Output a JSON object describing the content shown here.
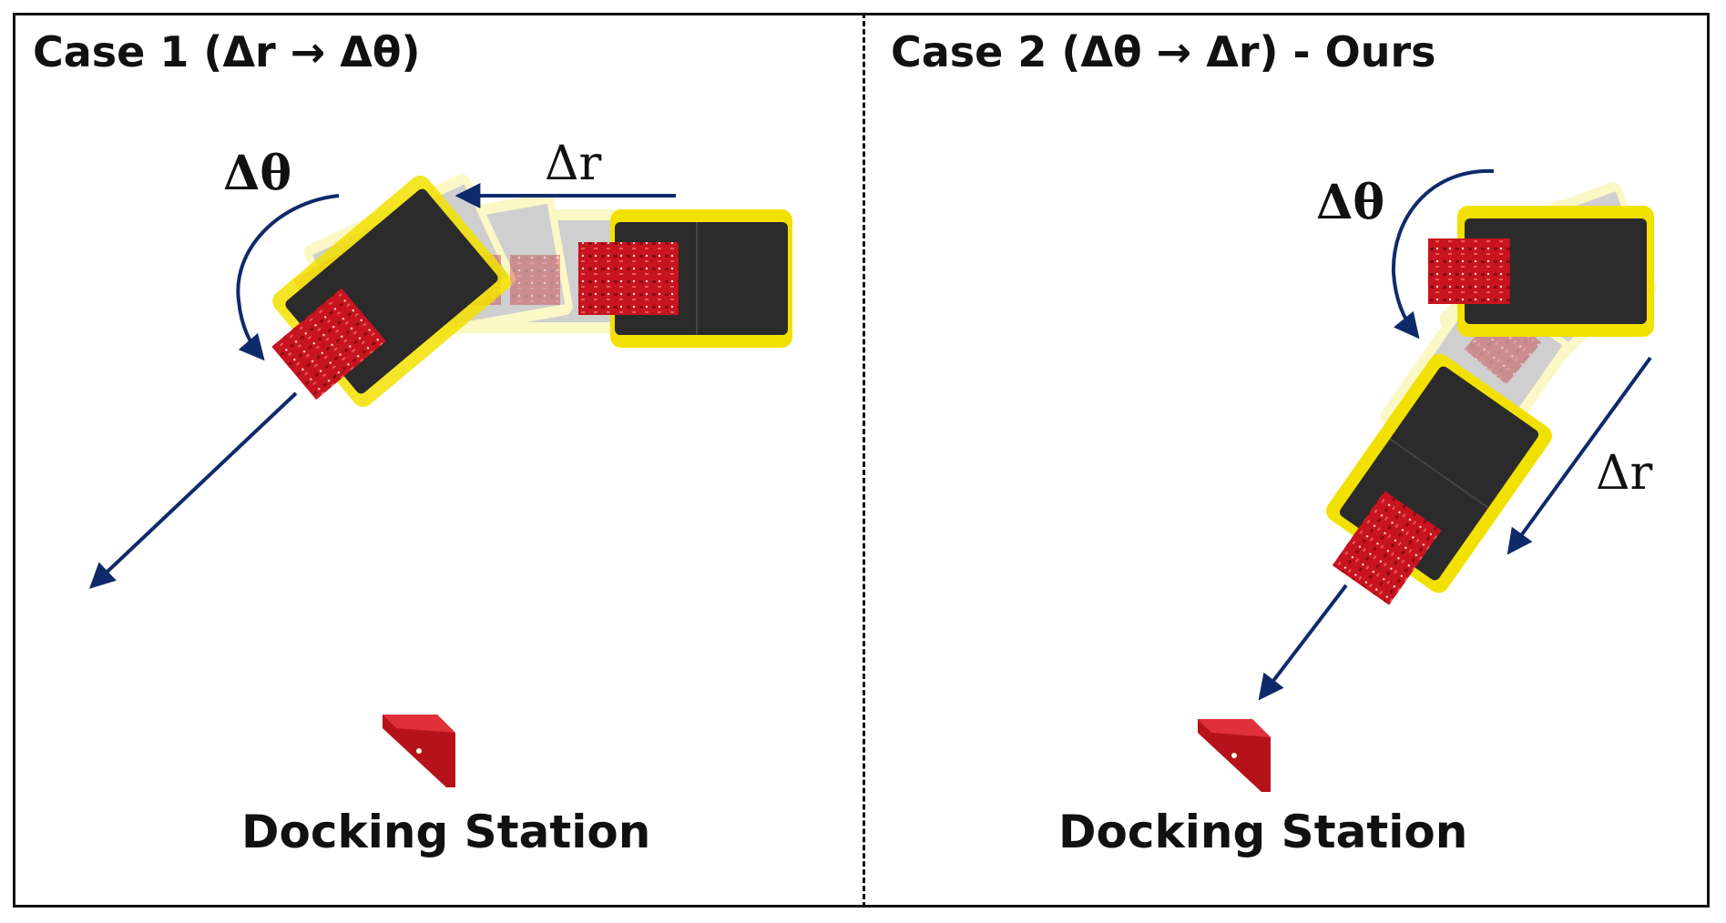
{
  "panels": [
    {
      "title": "Case 1 (Δr → Δθ)",
      "rotation_label": "Δθ",
      "translation_label": "Δr",
      "docking_label": "Docking Station"
    },
    {
      "title": "Case 2 (Δθ → Δr) - Ours",
      "rotation_label": "Δθ",
      "translation_label": "Δr",
      "docking_label": "Docking Station"
    }
  ],
  "colors": {
    "arrow": "#0f2a6b",
    "robot_body": "#2b2b2b",
    "robot_bumper": "#f2e100",
    "board": "#c8141e",
    "border": "#111111"
  },
  "icons": [
    "robot-icon",
    "control-board-icon",
    "docking-station-icon",
    "arrow-icon"
  ]
}
